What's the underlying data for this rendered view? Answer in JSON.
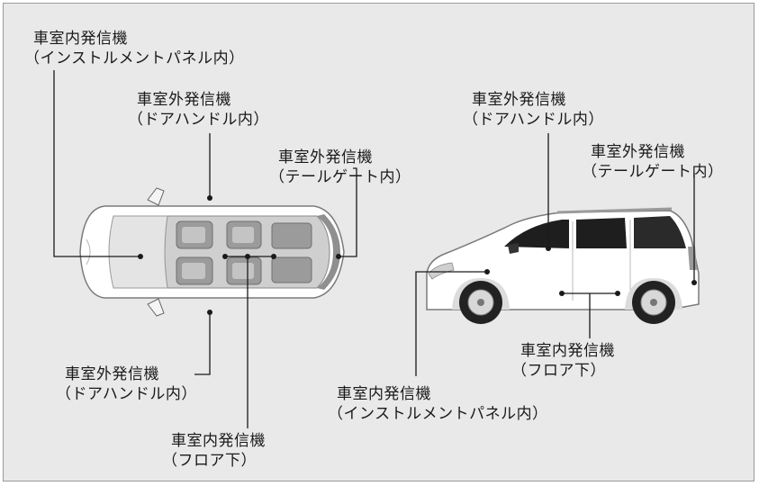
{
  "labels": {
    "top_interior_panel": {
      "line1": "車室内発信機",
      "line2": "（インストルメントパネル内）"
    },
    "top_exterior_door": {
      "line1": "車室外発信機",
      "line2": "（ドアハンドル内）"
    },
    "top_exterior_tailgate": {
      "line1": "車室外発信機",
      "line2": "（テールゲート内）"
    },
    "top_exterior_door_lower": {
      "line1": "車室外発信機",
      "line2": "（ドアハンドル内）"
    },
    "top_interior_floor": {
      "line1": "車室内発信機",
      "line2": "（フロア下）"
    },
    "side_exterior_door": {
      "line1": "車室外発信機",
      "line2": "（ドアハンドル内）"
    },
    "side_exterior_tailgate": {
      "line1": "車室外発信機",
      "line2": "（テールゲート内）"
    },
    "side_interior_floor": {
      "line1": "車室内発信機",
      "line2": "（フロア下）"
    },
    "side_interior_panel": {
      "line1": "車室内発信機",
      "line2": "（インストルメントパネル内）"
    }
  },
  "colors": {
    "background": "#e9e9e9",
    "line": "#1a1a1a",
    "car_body": "#ffffff",
    "car_shade": "#c8c8c8"
  }
}
